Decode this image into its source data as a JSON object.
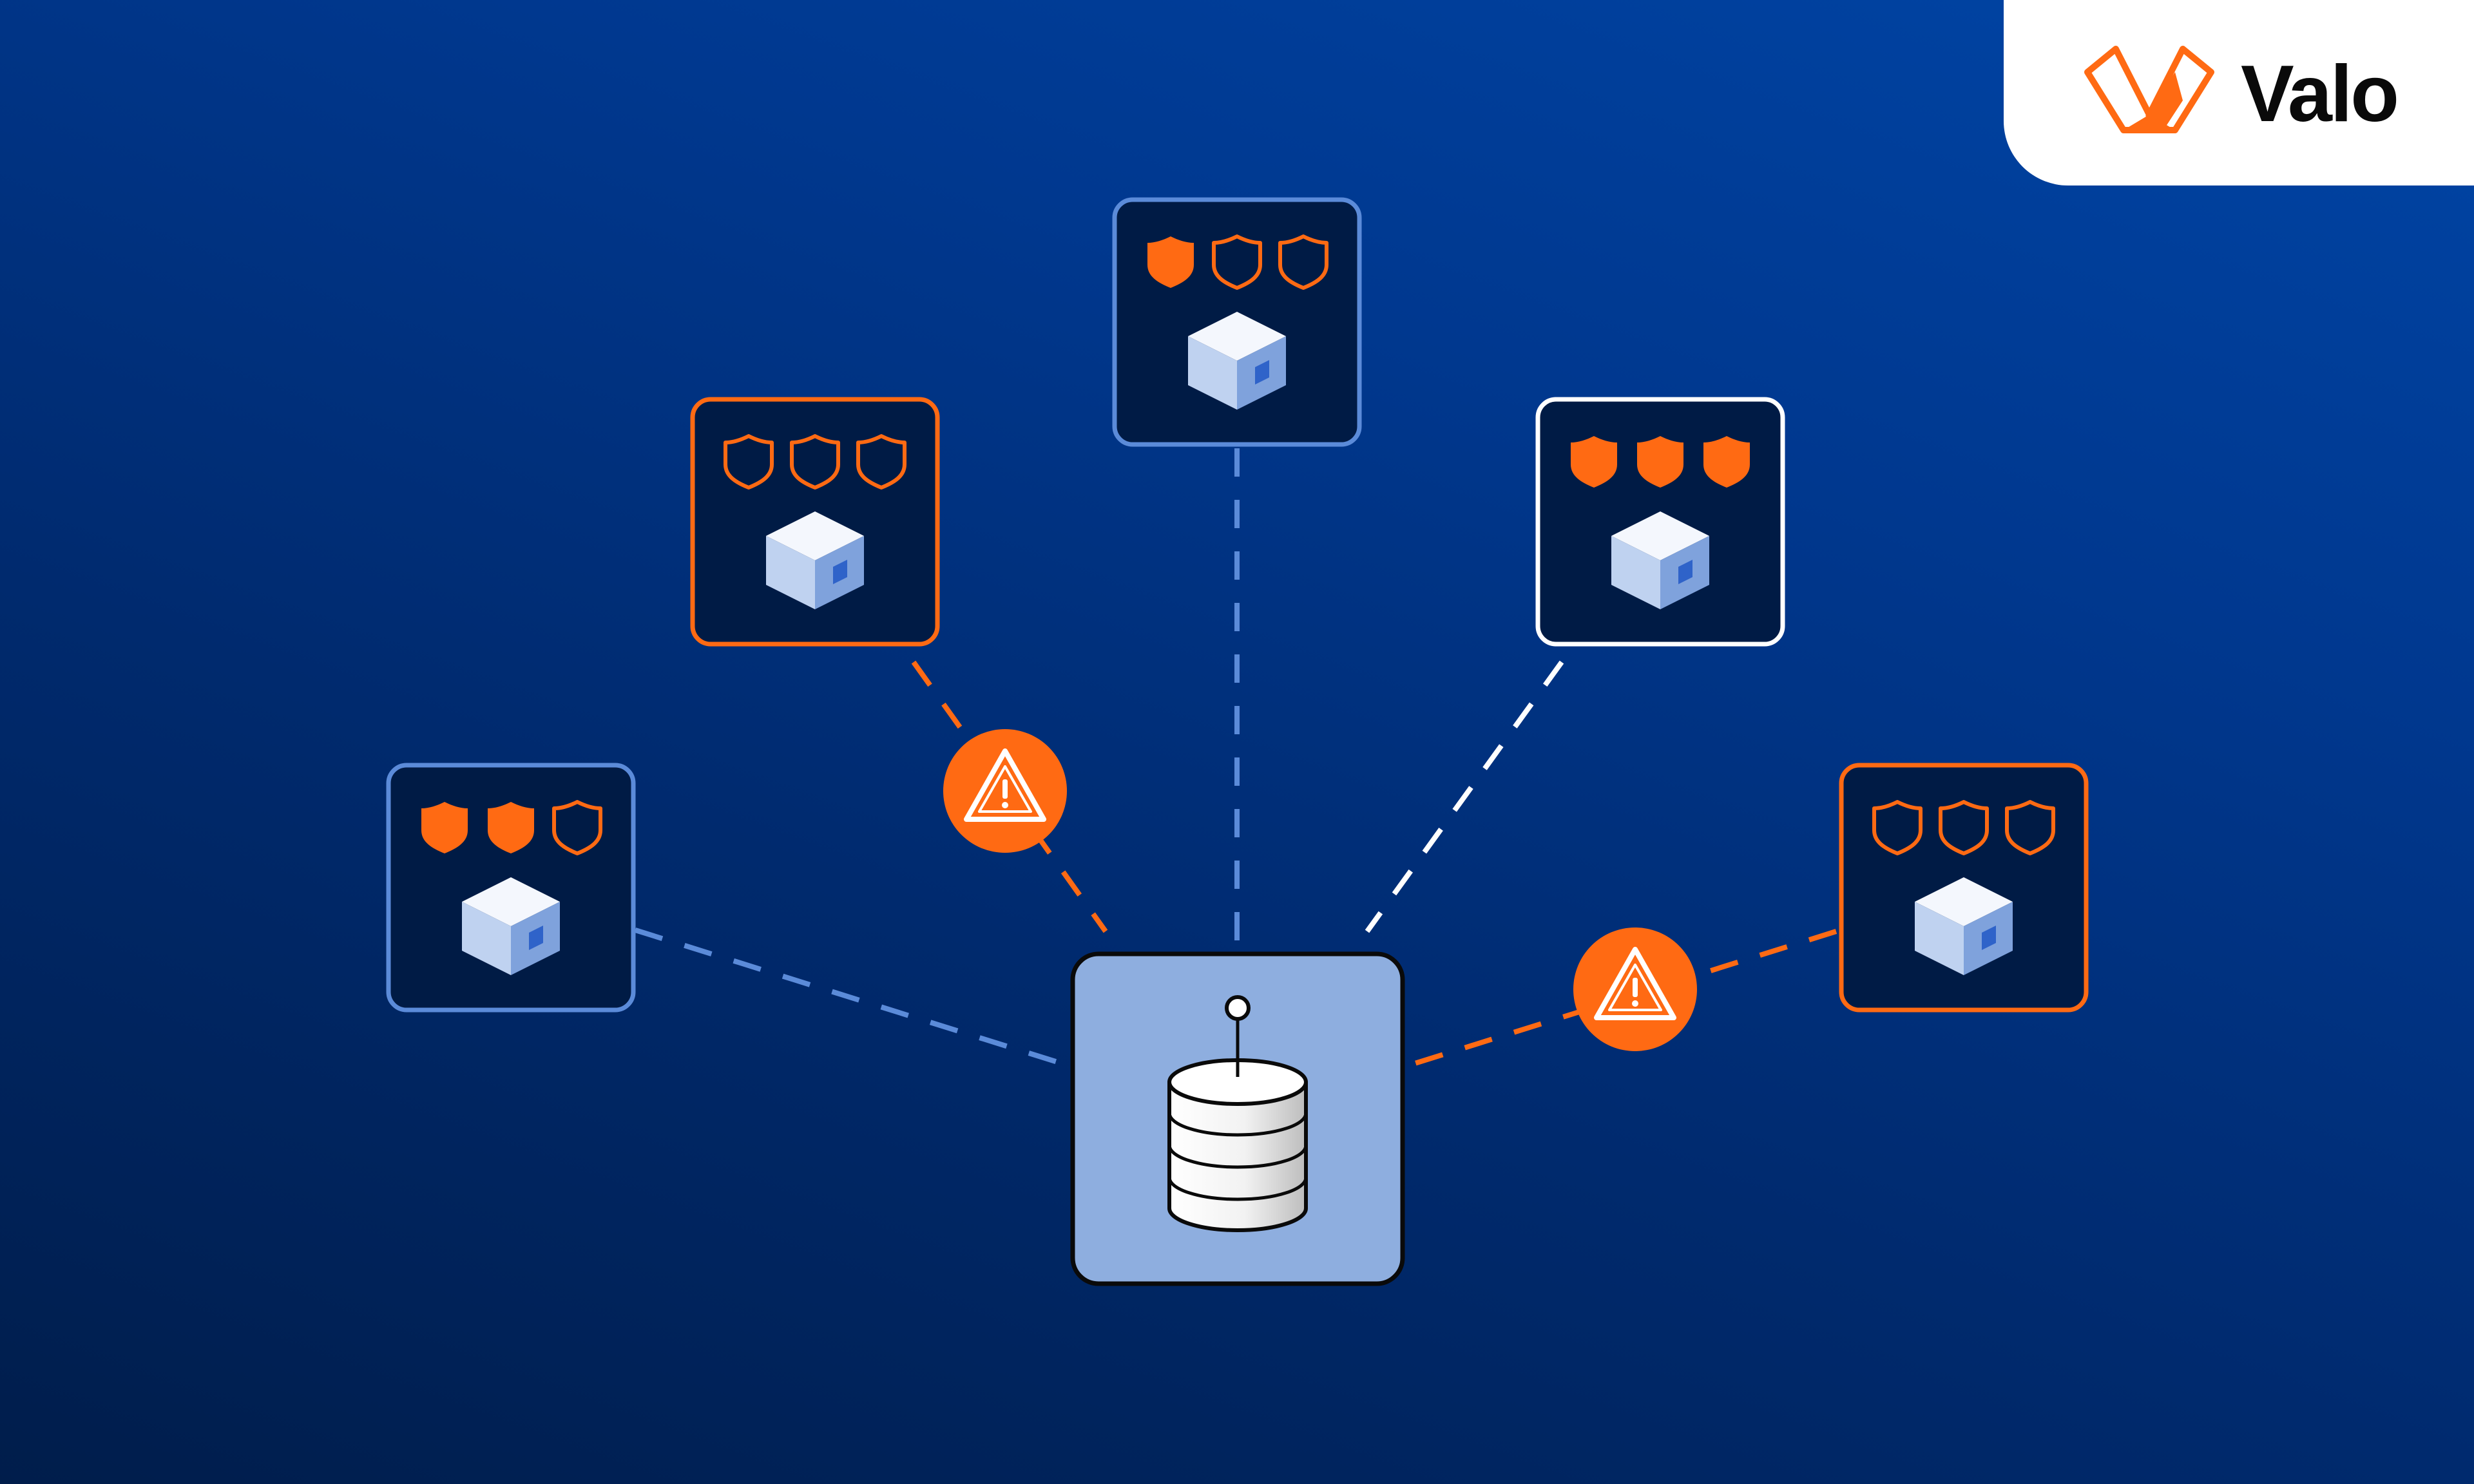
{
  "brand": {
    "name": "Valo",
    "logo_icon": "valo-v-logo-icon",
    "accent": "#ff6a13"
  },
  "colors": {
    "background_top": "#0045a6",
    "background_bottom": "#001d4b",
    "node_fill": "#001b45",
    "hub_fill": "#8eaedf",
    "orange": "#ff6a13",
    "blue_line": "#5b8bd9",
    "white": "#ffffff"
  },
  "hub": {
    "icon": "database-icon"
  },
  "nodes": [
    {
      "id": "left",
      "border": "blue",
      "shields_filled": 2,
      "shields_total": 3,
      "link": "blue",
      "warning": false
    },
    {
      "id": "upper-left",
      "border": "orange",
      "shields_filled": 0,
      "shields_total": 3,
      "link": "orange",
      "warning": true
    },
    {
      "id": "top",
      "border": "blue",
      "shields_filled": 1,
      "shields_total": 3,
      "link": "blue",
      "warning": false
    },
    {
      "id": "upper-right",
      "border": "white",
      "shields_filled": 3,
      "shields_total": 3,
      "link": "white",
      "warning": false
    },
    {
      "id": "right",
      "border": "orange",
      "shields_filled": 0,
      "shields_total": 3,
      "link": "orange",
      "warning": true
    }
  ],
  "icons": {
    "node": "cube-icon",
    "rating": "shield-icon",
    "warning": "warning-triangle-icon"
  }
}
